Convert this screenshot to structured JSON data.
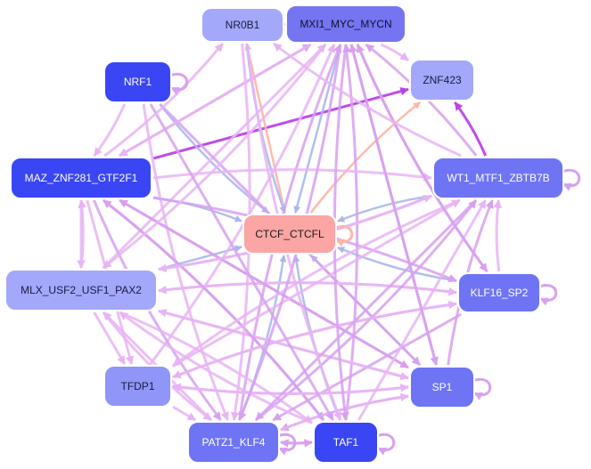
{
  "colors": {
    "edge_pink": "#e8b4f5",
    "edge_violet": "#d7a0f0",
    "edge_magenta": "#bb44e8",
    "edge_blue": "#a9b8ec",
    "edge_salmon": "#ffb6a8",
    "node_border": "#ffffff"
  },
  "nodes": [
    {
      "id": "NR0B1",
      "label": "NR0B1",
      "fill": "#a3a8fb",
      "text": "#1a1a40"
    },
    {
      "id": "MXI1",
      "label": "MXI1_MYC_MYCN",
      "fill": "#7575f2",
      "text": "#101030"
    },
    {
      "id": "NRF1",
      "label": "NRF1",
      "fill": "#3a46f4",
      "text": "#ffffff"
    },
    {
      "id": "ZNF423",
      "label": "ZNF423",
      "fill": "#a3a8fb",
      "text": "#1a1a40"
    },
    {
      "id": "MAZ",
      "label": "MAZ_ZNF281_GTF2F1",
      "fill": "#3a46f4",
      "text": "#ffffff"
    },
    {
      "id": "WT1",
      "label": "WT1_MTF1_ZBTB7B",
      "fill": "#6f74f5",
      "text": "#ffffff"
    },
    {
      "id": "CTCF",
      "label": "CTCF_CTCFL",
      "fill": "#fca5a5",
      "text": "#1a1a1a"
    },
    {
      "id": "MLX",
      "label": "MLX_USF2_USF1_PAX2",
      "fill": "#a3a8fb",
      "text": "#1a1a40"
    },
    {
      "id": "KLF16",
      "label": "KLF16_SP2",
      "fill": "#6f74f5",
      "text": "#ffffff"
    },
    {
      "id": "TFDP1",
      "label": "TFDP1",
      "fill": "#8f96f7",
      "text": "#1a1a40"
    },
    {
      "id": "SP1",
      "label": "SP1",
      "fill": "#6f74f5",
      "text": "#ffffff"
    },
    {
      "id": "PATZ1",
      "label": "PATZ1_KLF4",
      "fill": "#6f74f5",
      "text": "#ffffff"
    },
    {
      "id": "TAF1",
      "label": "TAF1",
      "fill": "#3a46f4",
      "text": "#ffffff"
    }
  ],
  "edges": [
    {
      "from": "MXI1",
      "to": "NR0B1",
      "color": "pink"
    },
    {
      "from": "MAZ",
      "to": "ZNF423",
      "color": "magenta"
    },
    {
      "from": "WT1",
      "to": "ZNF423",
      "color": "magenta"
    },
    {
      "from": "CTCF",
      "to": "ZNF423",
      "color": "salmon"
    },
    {
      "from": "CTCF",
      "to": "NR0B1",
      "color": "salmon"
    },
    {
      "from": "NRF1",
      "to": "CTCF",
      "color": "blue"
    },
    {
      "from": "MAZ",
      "to": "CTCF",
      "color": "blue"
    },
    {
      "from": "MLX",
      "to": "CTCF",
      "color": "blue"
    },
    {
      "from": "WT1",
      "to": "CTCF",
      "color": "blue"
    },
    {
      "from": "KLF16",
      "to": "CTCF",
      "color": "blue"
    },
    {
      "from": "SP1",
      "to": "CTCF",
      "color": "blue"
    },
    {
      "from": "PATZ1",
      "to": "CTCF",
      "color": "blue"
    },
    {
      "from": "TAF1",
      "to": "CTCF",
      "color": "blue"
    },
    {
      "from": "MXI1",
      "to": "CTCF",
      "color": "blue"
    },
    {
      "from": "NR0B1",
      "to": "CTCF",
      "color": "blue"
    },
    {
      "from": "MXI1",
      "to": "ZNF423",
      "color": "pink"
    },
    {
      "from": "MAZ",
      "to": "MXI1",
      "color": "violet"
    },
    {
      "from": "WT1",
      "to": "MXI1",
      "color": "violet"
    },
    {
      "from": "KLF16",
      "to": "MXI1",
      "color": "violet"
    },
    {
      "from": "SP1",
      "to": "MXI1",
      "color": "violet"
    },
    {
      "from": "TAF1",
      "to": "MXI1",
      "color": "violet"
    },
    {
      "from": "PATZ1",
      "to": "MXI1",
      "color": "violet"
    },
    {
      "from": "MLX",
      "to": "MXI1",
      "color": "pink"
    },
    {
      "from": "TFDP1",
      "to": "MXI1",
      "color": "pink"
    },
    {
      "from": "NRF1",
      "to": "MAZ",
      "color": "pink"
    },
    {
      "from": "NRF1",
      "to": "SP1",
      "color": "violet"
    },
    {
      "from": "NRF1",
      "to": "PATZ1",
      "color": "pink"
    },
    {
      "from": "MAZ",
      "to": "WT1",
      "color": "pink"
    },
    {
      "from": "MAZ",
      "to": "MLX",
      "color": "pink"
    },
    {
      "from": "MLX",
      "to": "MAZ",
      "color": "pink"
    },
    {
      "from": "MAZ",
      "to": "KLF16",
      "color": "violet"
    },
    {
      "from": "MAZ",
      "to": "SP1",
      "color": "violet"
    },
    {
      "from": "MAZ",
      "to": "PATZ1",
      "color": "violet"
    },
    {
      "from": "MAZ",
      "to": "TAF1",
      "color": "violet"
    },
    {
      "from": "MAZ",
      "to": "TFDP1",
      "color": "pink"
    },
    {
      "from": "MLX",
      "to": "WT1",
      "color": "pink"
    },
    {
      "from": "MLX",
      "to": "KLF16",
      "color": "pink"
    },
    {
      "from": "MLX",
      "to": "SP1",
      "color": "pink"
    },
    {
      "from": "MLX",
      "to": "PATZ1",
      "color": "pink"
    },
    {
      "from": "MLX",
      "to": "TAF1",
      "color": "pink"
    },
    {
      "from": "MLX",
      "to": "TFDP1",
      "color": "pink"
    },
    {
      "from": "KLF16",
      "to": "MLX",
      "color": "pink"
    },
    {
      "from": "KLF16",
      "to": "WT1",
      "color": "pink"
    },
    {
      "from": "KLF16",
      "to": "PATZ1",
      "color": "violet"
    },
    {
      "from": "KLF16",
      "to": "TFDP1",
      "color": "pink"
    },
    {
      "from": "SP1",
      "to": "WT1",
      "color": "violet"
    },
    {
      "from": "SP1",
      "to": "MAZ",
      "color": "violet"
    },
    {
      "from": "SP1",
      "to": "PATZ1",
      "color": "violet"
    },
    {
      "from": "SP1",
      "to": "TFDP1",
      "color": "pink"
    },
    {
      "from": "SP1",
      "to": "MLX",
      "color": "pink"
    },
    {
      "from": "PATZ1",
      "to": "WT1",
      "color": "violet"
    },
    {
      "from": "PATZ1",
      "to": "SP1",
      "color": "pink"
    },
    {
      "from": "PATZ1",
      "to": "MLX",
      "color": "pink"
    },
    {
      "from": "PATZ1",
      "to": "TAF1",
      "color": "violet"
    },
    {
      "from": "TAF1",
      "to": "PATZ1",
      "color": "violet"
    },
    {
      "from": "TAF1",
      "to": "WT1",
      "color": "pink"
    },
    {
      "from": "TAF1",
      "to": "MAZ",
      "color": "violet"
    },
    {
      "from": "TAF1",
      "to": "MLX",
      "color": "pink"
    },
    {
      "from": "TFDP1",
      "to": "WT1",
      "color": "pink"
    },
    {
      "from": "TFDP1",
      "to": "SP1",
      "color": "pink"
    },
    {
      "from": "TFDP1",
      "to": "KLF16",
      "color": "pink"
    },
    {
      "from": "TFDP1",
      "to": "PATZ1",
      "color": "pink"
    },
    {
      "from": "WT1",
      "to": "TFDP1",
      "color": "pink"
    },
    {
      "from": "WT1",
      "to": "MLX",
      "color": "pink"
    },
    {
      "from": "WT1",
      "to": "PATZ1",
      "color": "violet"
    },
    {
      "from": "MXI1",
      "to": "TAF1",
      "color": "violet"
    },
    {
      "from": "MXI1",
      "to": "PATZ1",
      "color": "violet"
    },
    {
      "from": "MXI1",
      "to": "SP1",
      "color": "violet"
    },
    {
      "from": "MXI1",
      "to": "KLF16",
      "color": "violet"
    },
    {
      "from": "MXI1",
      "to": "MLX",
      "color": "pink"
    },
    {
      "from": "MXI1",
      "to": "MAZ",
      "color": "pink"
    },
    {
      "from": "NR0B1",
      "to": "TAF1",
      "color": "pink"
    },
    {
      "from": "NR0B1",
      "to": "PATZ1",
      "color": "pink"
    },
    {
      "from": "NRF1",
      "to": "TAF1",
      "color": "violet"
    },
    {
      "from": "MAZ",
      "to": "NR0B1",
      "color": "pink"
    },
    {
      "from": "WT1",
      "to": "NR0B1",
      "color": "pink"
    }
  ]
}
